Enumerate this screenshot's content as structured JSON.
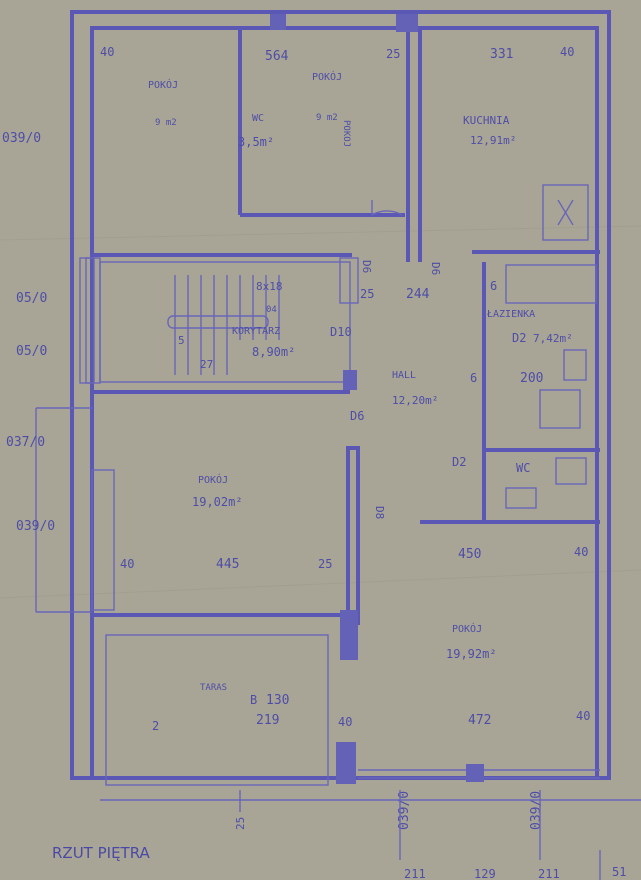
{
  "plan_title": "RZUT PIĘTRA",
  "rooms": [
    {
      "id": "pokoj-nw",
      "name": "POKÓJ",
      "area": "9 m2"
    },
    {
      "id": "pokoj-n",
      "name": "POKÓJ",
      "area": "9 m2"
    },
    {
      "id": "kuchnia",
      "name": "KUCHNIA",
      "area": "12,91m²"
    },
    {
      "id": "wc-small",
      "name": "WC",
      "area": "3,5m²"
    },
    {
      "id": "lazienka",
      "name": "ŁAZIENKA",
      "area": "7,42m²"
    },
    {
      "id": "korytarz",
      "name": "KORYTARZ",
      "area": "8,90m²"
    },
    {
      "id": "hall",
      "name": "HALL",
      "area": "12,20m²"
    },
    {
      "id": "wc",
      "name": "WC",
      "area": ""
    },
    {
      "id": "pokoj-w",
      "name": "POKÓJ",
      "area": "19,02m²"
    },
    {
      "id": "pokoj-se",
      "name": "POKÓJ",
      "area": "19,92m²"
    },
    {
      "id": "taras",
      "name": "TARAS",
      "area": ""
    }
  ],
  "side_labels": {
    "pokoj_n_vertical": "POKOJ",
    "stairs": "8x18",
    "stairs_note": "04",
    "stairs_left": "5",
    "stairs_bottom": "27",
    "taras_b": "B"
  },
  "doors": [
    "D6",
    "D6",
    "D10",
    "D6",
    "D2",
    "D2",
    "D8"
  ],
  "dimensions": {
    "top_40a": "40",
    "top_564": "564",
    "top_25": "25",
    "top_331": "331",
    "top_40b": "40",
    "w_25": "25",
    "w_244": "244",
    "l_6a": "6",
    "l_6b": "6",
    "l_200": "200",
    "w_40": "40",
    "w_445": "445",
    "w_25b": "25",
    "w_450": "450",
    "w_40b": "40",
    "t_130": "130",
    "t_219": "219",
    "t_40": "40",
    "t_472": "472",
    "t_40b": "40",
    "t_25": "25",
    "t_2": "2",
    "left_1": "039/0",
    "left_2": "05/0",
    "left_3": "05/0",
    "left_4": "037/0",
    "left_5": "039/0",
    "bottom_1": "039/0",
    "bottom_2": "039/0",
    "bottom_edge_1": "211",
    "bottom_edge_2": "129",
    "bottom_edge_3": "211",
    "bottom_edge_4": "51"
  }
}
